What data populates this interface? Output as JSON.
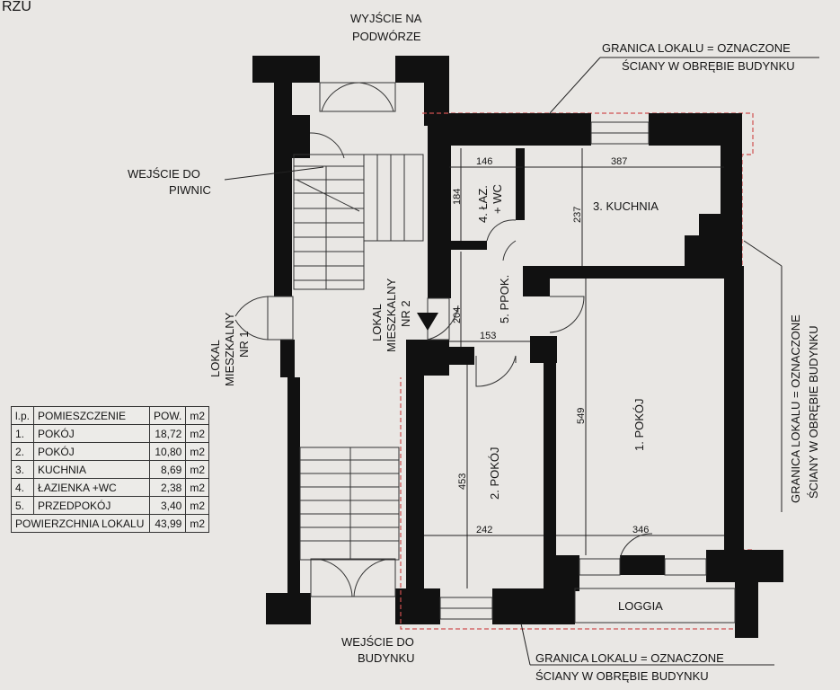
{
  "corner_mark": "RZU",
  "labels": {
    "yard_exit": [
      "WYJŚCIE NA",
      "PODWÓRZE"
    ],
    "basement_entry": [
      "WEJŚCIE DO",
      "PIWNIC"
    ],
    "building_entry": [
      "WEJŚCIE DO",
      "BUDYNKU"
    ],
    "unit1": [
      "LOKAL",
      "MIESZKALNY",
      "NR 1"
    ],
    "unit2": [
      "LOKAL",
      "MIESZKALNY",
      "NR 2"
    ],
    "boundary_top": [
      "GRANICA LOKALU = OZNACZONE",
      "ŚCIANY W OBRĘBIE BUDYNKU"
    ],
    "boundary_right": [
      "GRANICA LOKALU = OZNACZONE",
      "ŚCIANY W OBRĘBIE BUDYNKU"
    ],
    "boundary_bottom": [
      "GRANICA LOKALU = OZNACZONE",
      "ŚCIANY W OBRĘBIE BUDYNKU"
    ],
    "loggia": "LOGGIA"
  },
  "rooms": {
    "bath": [
      "4. ŁAZ.",
      "+ WC"
    ],
    "kitchen": "3. KUCHNIA",
    "hall": "5. PPOK.",
    "room1": "1. POKÓJ",
    "room2": "2. POKÓJ"
  },
  "dimensions": {
    "bath_w": "146",
    "bath_h": "184",
    "kitchen_w": "387",
    "kitchen_h": "237",
    "hall_h": "204",
    "hall_w": "153",
    "room2_h": "453",
    "room2_w": "242",
    "room1_h": "549",
    "room1_w": "346"
  },
  "table": {
    "headers": [
      "l.p.",
      "POMIESZCZENIE",
      "POW.",
      "m2"
    ],
    "rows": [
      [
        "1.",
        "POKÓJ",
        "18,72",
        "m2"
      ],
      [
        "2.",
        "POKÓJ",
        "10,80",
        "m2"
      ],
      [
        "3.",
        "KUCHNIA",
        "8,69",
        "m2"
      ],
      [
        "4.",
        "ŁAZIENKA +WC",
        "2,38",
        "m2"
      ],
      [
        "5.",
        "PRZEDPOKÓJ",
        "3,40",
        "m2"
      ]
    ],
    "total_label": "POWIERZCHNIA LOKALU",
    "total_value": "43,99",
    "total_unit": "m2"
  }
}
